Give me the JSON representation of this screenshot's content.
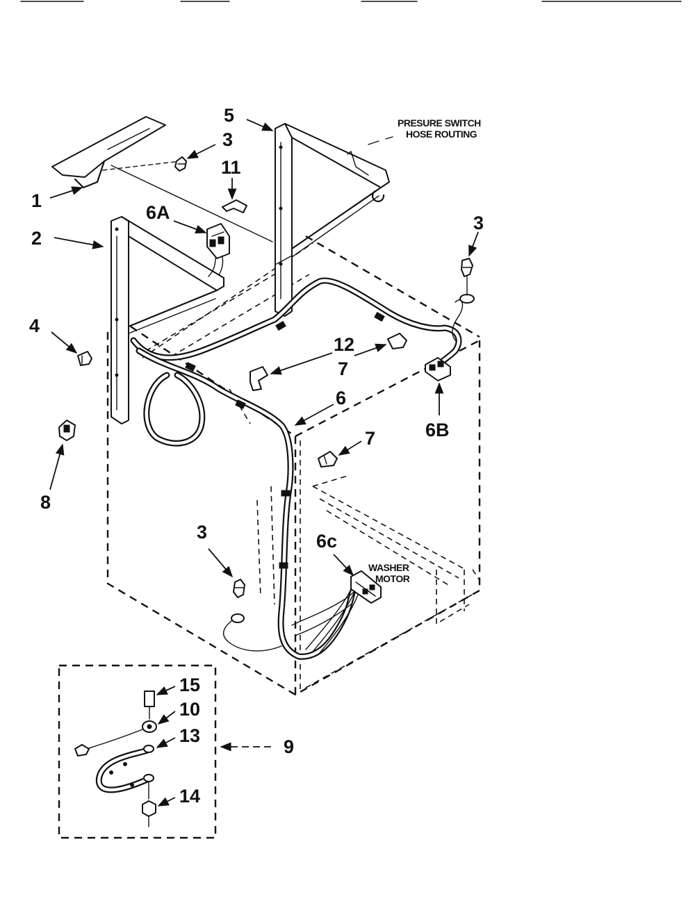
{
  "diagram": {
    "callouts": {
      "c1": "1",
      "c2": "2",
      "c3_top": "3",
      "c3_right": "3",
      "c3_lower": "3",
      "c4": "4",
      "c5": "5",
      "c6": "6",
      "c6a": "6A",
      "c6b": "6B",
      "c6c": "6c",
      "c7_upper": "7",
      "c7_lower": "7",
      "c8": "8",
      "c9": "9",
      "c10": "10",
      "c11": "11",
      "c12": "12",
      "c13": "13",
      "c14": "14",
      "c15": "15"
    },
    "notes": {
      "pressure_switch_line1": "PRESURE SWITCH",
      "pressure_switch_line2": "HOSE ROUTING",
      "washer_motor_line1": "WASHER",
      "washer_motor_line2": "MOTOR"
    },
    "colors": {
      "ink": "#111111",
      "paper": "#ffffff"
    }
  }
}
